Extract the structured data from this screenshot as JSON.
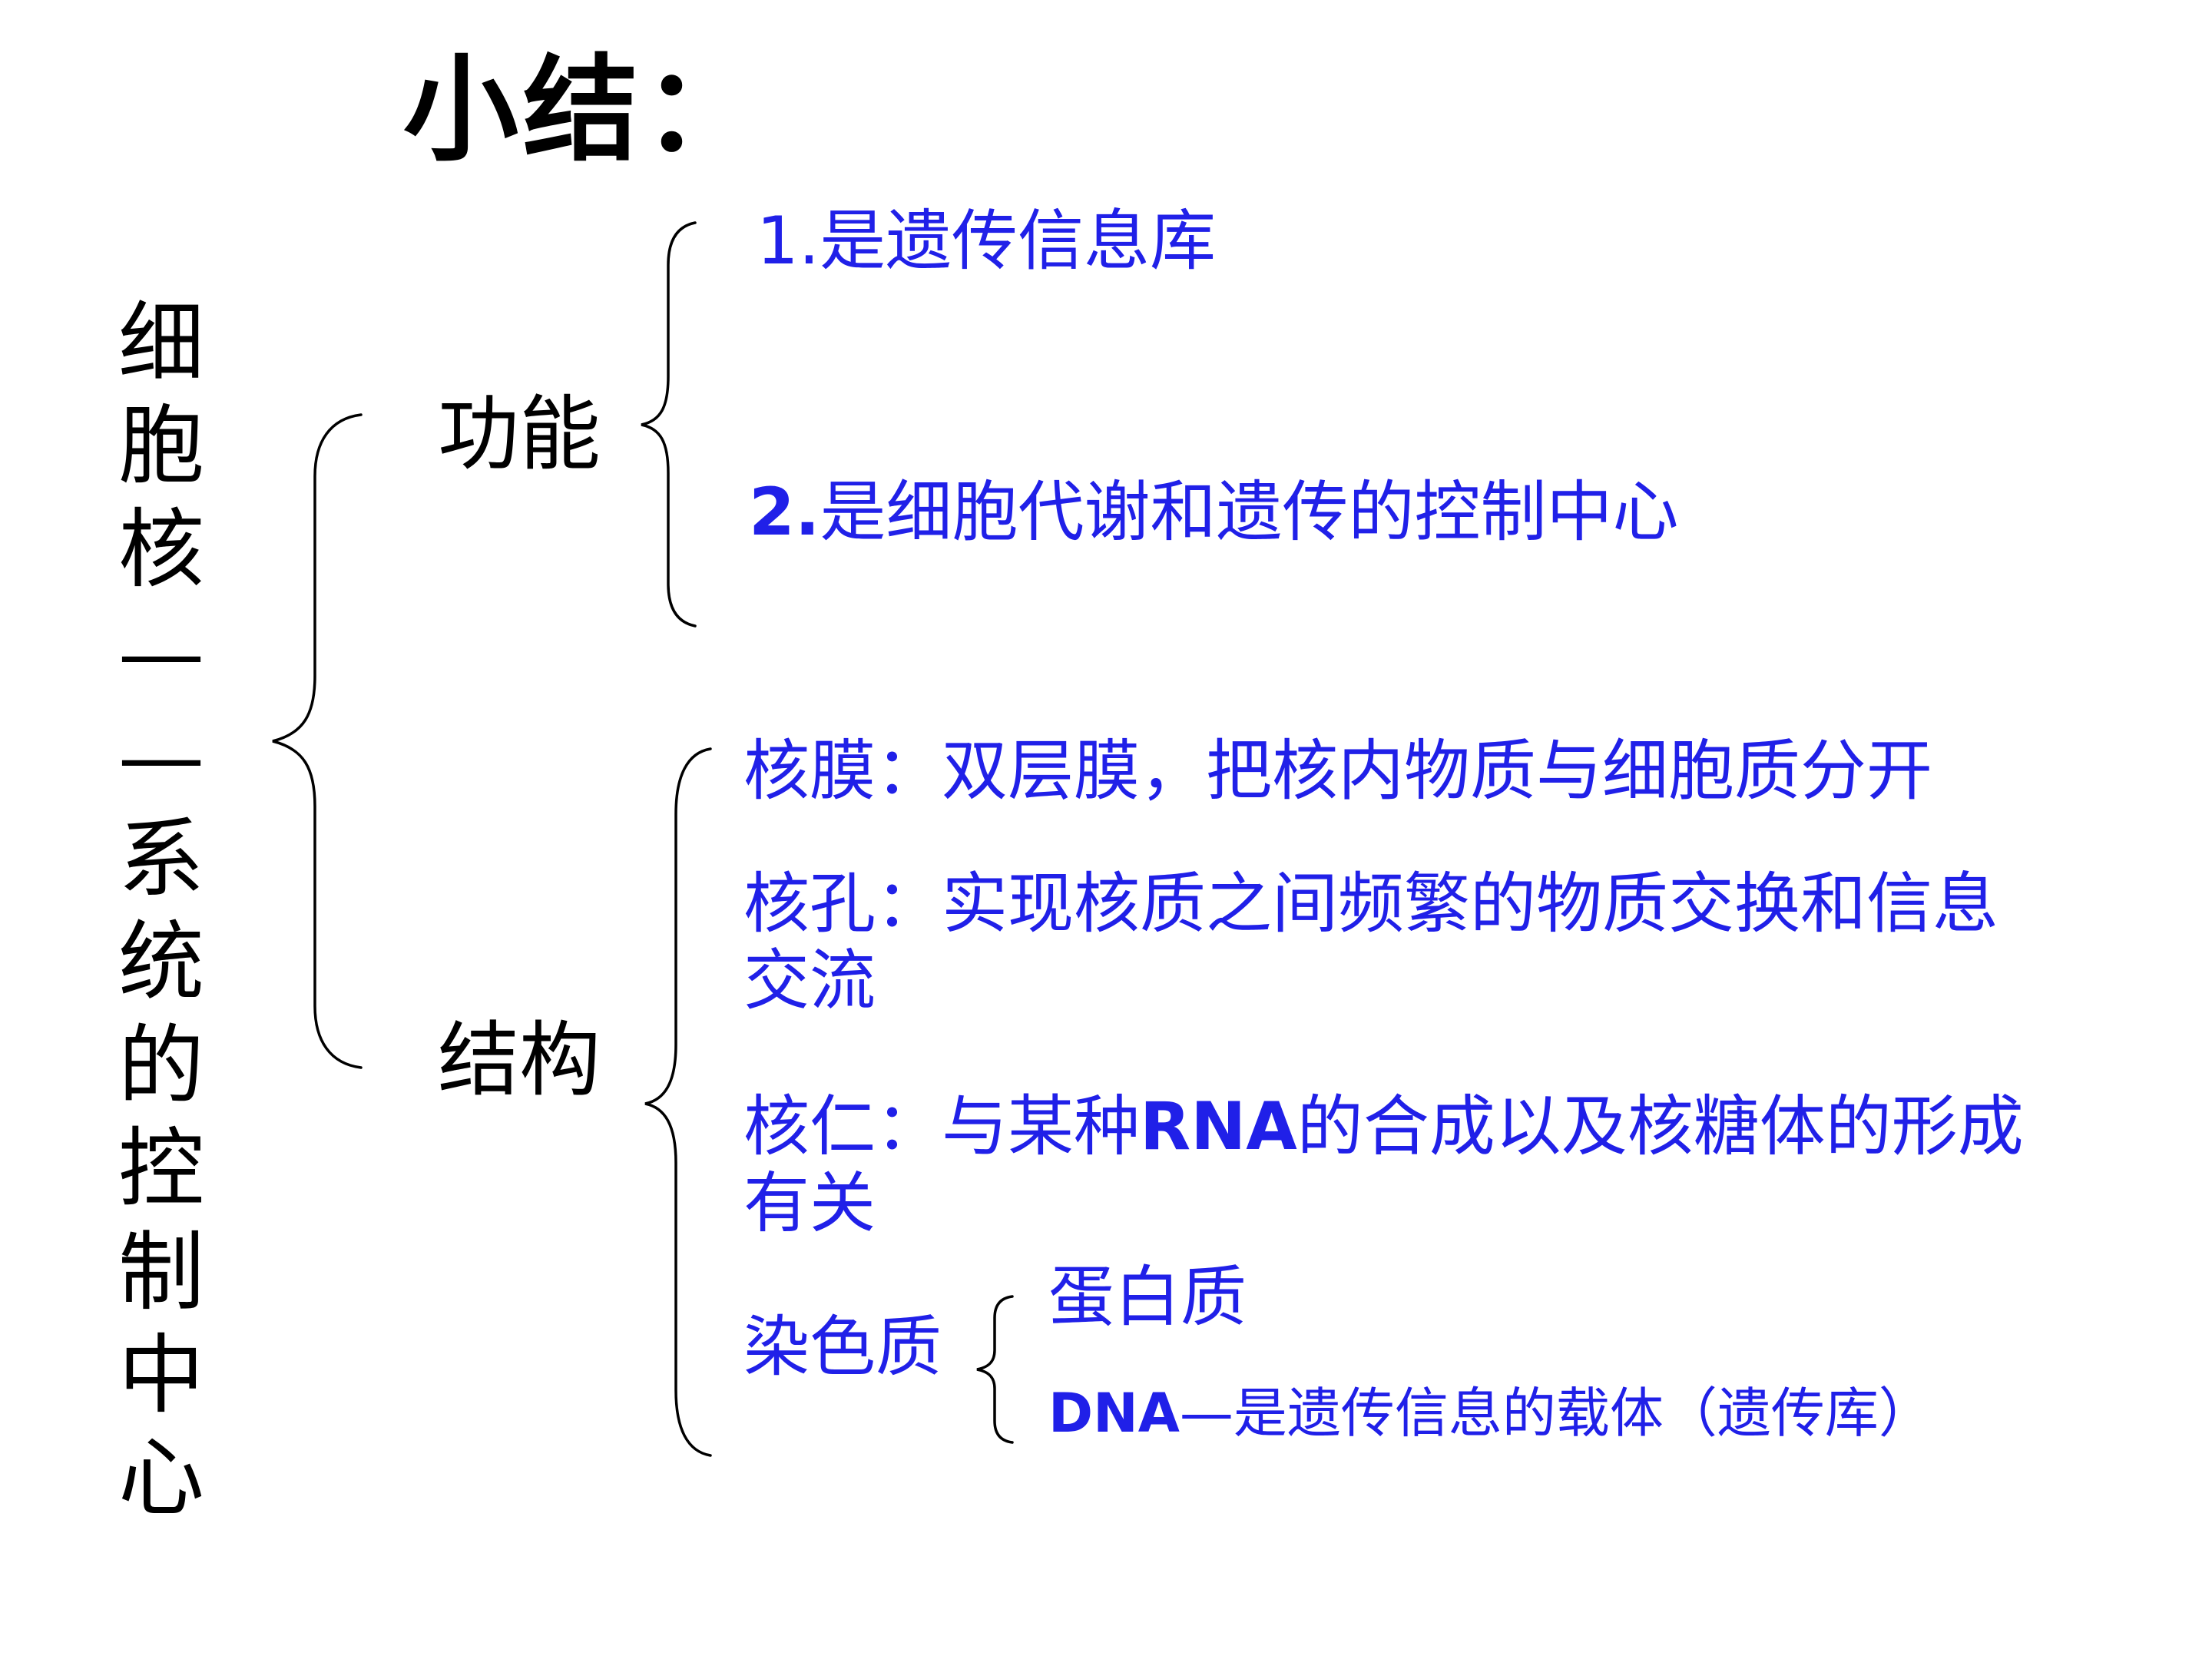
{
  "title": "小结：",
  "root_label": "细\n胞\n核\n—\n—\n系\n统\n的\n控\n制\n中\n心",
  "categories": {
    "function": "功能",
    "structure": "结构"
  },
  "function_items": {
    "item1_num": "1.",
    "item1_text": "是遗传信息库",
    "item2_num": "2.",
    "item2_text": "是细胞代谢和遗传的控制中心"
  },
  "structure_items": {
    "nuclear_envelope": {
      "term": "核膜：",
      "desc": "双层膜，把核内物质与细胞质分开"
    },
    "nuclear_pore": {
      "term": "核孔：",
      "desc_line1": "实现核质之间频繁的物质交换和信息",
      "desc_line2": "交流"
    },
    "nucleolus": {
      "term": "核仁：",
      "desc_pre": "与某种",
      "desc_rna": "RNA",
      "desc_post": "的合成以及核糖体的形成",
      "desc_line2": "有关"
    },
    "chromatin": {
      "term": "染色质"
    }
  },
  "chromatin_components": {
    "protein": "蛋白质",
    "dna_abbr": "DNA",
    "dna_desc": "—是遗传信息的载体（遗传库）"
  },
  "colors": {
    "black_text": "#000000",
    "blue_text": "#2020e8",
    "background": "#ffffff"
  }
}
